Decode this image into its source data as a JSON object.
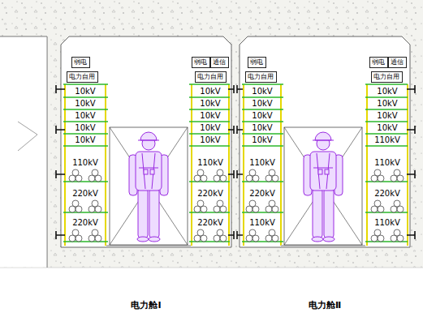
{
  "diagram": {
    "nodes": [
      {
        "text": [
          "电力舱Ⅰ"
        ]
      },
      {
        "text": [
          "弱电"
        ],
        "in": 0
      },
      {
        "text": [
          "电力自用"
        ],
        "in": 0
      },
      {
        "text": [
          "弱电"
        ],
        "in": 0
      },
      {
        "text": [
          "通信"
        ],
        "in": 0
      },
      {
        "text": [
          "电力自用"
        ],
        "in": 0
      },
      {
        "text": [
          "电力舱Ⅱ"
        ]
      },
      {
        "text": [
          "弱电"
        ],
        "in": 6
      },
      {
        "text": [
          "电力自用"
        ],
        "in": 6
      },
      {
        "text": [
          "弱电"
        ],
        "in": 6
      },
      {
        "text": [
          "通信"
        ],
        "in": 6
      },
      {
        "text": [
          "电力自用"
        ],
        "in": 6
      }
    ],
    "labels": [
      "10kV",
      "10kV",
      "10kV",
      "10kV",
      "10kV",
      "110kV",
      "220kV",
      "220kV",
      "10kV",
      "10kV",
      "10kV",
      "10kV",
      "10kV",
      "110kV",
      "220kV",
      "220kV",
      "10kV",
      "10kV",
      "10kV",
      "10kV",
      "10kV",
      "110kV",
      "220kV",
      "110kV",
      "10kV",
      "10kV",
      "10kV",
      "10kV",
      "110kV",
      "110kV",
      "220kV",
      "110kV"
    ]
  }
}
